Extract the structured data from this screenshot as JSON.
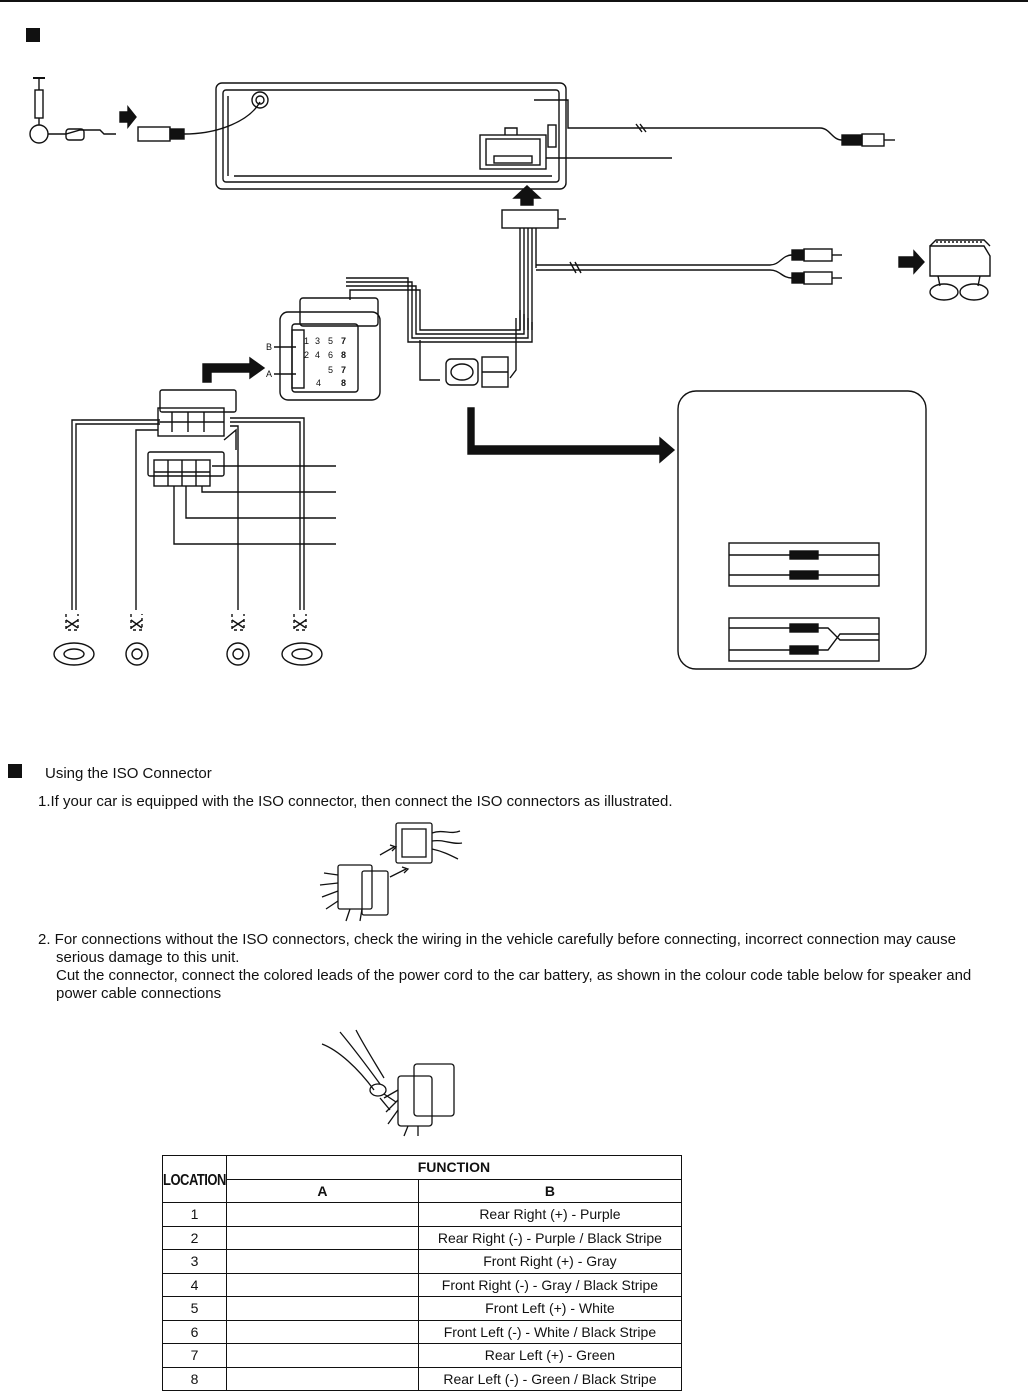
{
  "diagram": {
    "iso_pin_labels": {
      "top_rows": [
        "1",
        "3",
        "5",
        "7",
        "2",
        "4",
        "6",
        "8"
      ],
      "bottom_rows": [
        "5",
        "7",
        "4",
        "8"
      ],
      "label_b": "B",
      "label_a": "A"
    }
  },
  "iso_section": {
    "title": "Using the ISO Connector",
    "step1": "1.If your car is equipped with the ISO connector, then connect the ISO connectors as illustrated.",
    "step2_line1": "2. For connections without  the ISO connectors, check the wiring in the vehicle carefully before connecting, incorrect connection may cause",
    "step2_line2": "serious damage to this unit.",
    "step2_line3": "Cut the connector, connect  the colored leads of the power cord to the car battery, as shown in the colour code table below for speaker and",
    "step2_line4": "power cable connections"
  },
  "table": {
    "location_header": "LOCATION",
    "function_header": "FUNCTION",
    "col_a": "A",
    "col_b": "B",
    "rows": [
      {
        "loc": "1",
        "a": "",
        "b": "Rear Right (+) - Purple"
      },
      {
        "loc": "2",
        "a": "",
        "b": "Rear Right (-) - Purple / Black Stripe"
      },
      {
        "loc": "3",
        "a": "",
        "b": "Front Right (+) - Gray"
      },
      {
        "loc": "4",
        "a": "",
        "b": "Front Right (-) - Gray / Black Stripe"
      },
      {
        "loc": "5",
        "a": "",
        "b": "Front Left (+) - White"
      },
      {
        "loc": "6",
        "a": "",
        "b": "Front Left (-) - White / Black Stripe"
      },
      {
        "loc": "7",
        "a": "",
        "b": "Rear Left (+) - Green"
      },
      {
        "loc": "8",
        "a": "",
        "b": "Rear Left (-) - Green / Black Stripe"
      }
    ]
  }
}
